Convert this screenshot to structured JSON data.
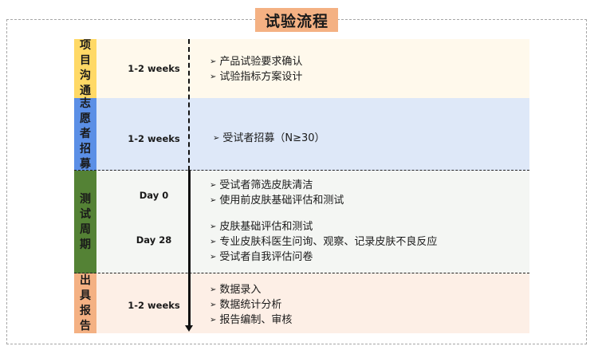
{
  "title": "试验流程",
  "colors": {
    "title_bg": "#F4B183",
    "stage1_tag": "#FFD966",
    "stage1_bg": "#FFF9EC",
    "stage2_tag": "#5B8FE6",
    "stage2_bg": "#DEE8F8",
    "stage3_tag": "#548235",
    "stage3_bg": "#F4F6F3",
    "stage4_tag": "#F4B183",
    "stage4_bg": "#FDEFE6"
  },
  "stages": [
    {
      "tag": [
        "项",
        "目",
        "沟",
        "通"
      ],
      "duration": "1-2 weeks",
      "items": [
        "产品试验要求确认",
        "试验指标方案设计"
      ]
    },
    {
      "tag": [
        "志",
        "愿",
        "者",
        "招",
        "募"
      ],
      "duration": "1-2 weeks",
      "items": [
        "受试者招募（N≥30）"
      ]
    },
    {
      "tag": [
        "测",
        "试",
        "周",
        "期"
      ],
      "sub": [
        {
          "duration": "Day 0",
          "items": [
            "受试者筛选皮肤清洁",
            "使用前皮肤基础评估和测试"
          ]
        },
        {
          "duration": "Day 28",
          "items": [
            "皮肤基础评估和测试",
            "专业皮肤科医生问询、观察、记录皮肤不良反应",
            "受试者自我评估问卷"
          ]
        }
      ]
    },
    {
      "tag": [
        "出",
        "具",
        "报",
        "告"
      ],
      "duration": "1-2 weeks",
      "items": [
        "数据录入",
        "数据统计分析",
        "报告编制、审核"
      ]
    }
  ]
}
